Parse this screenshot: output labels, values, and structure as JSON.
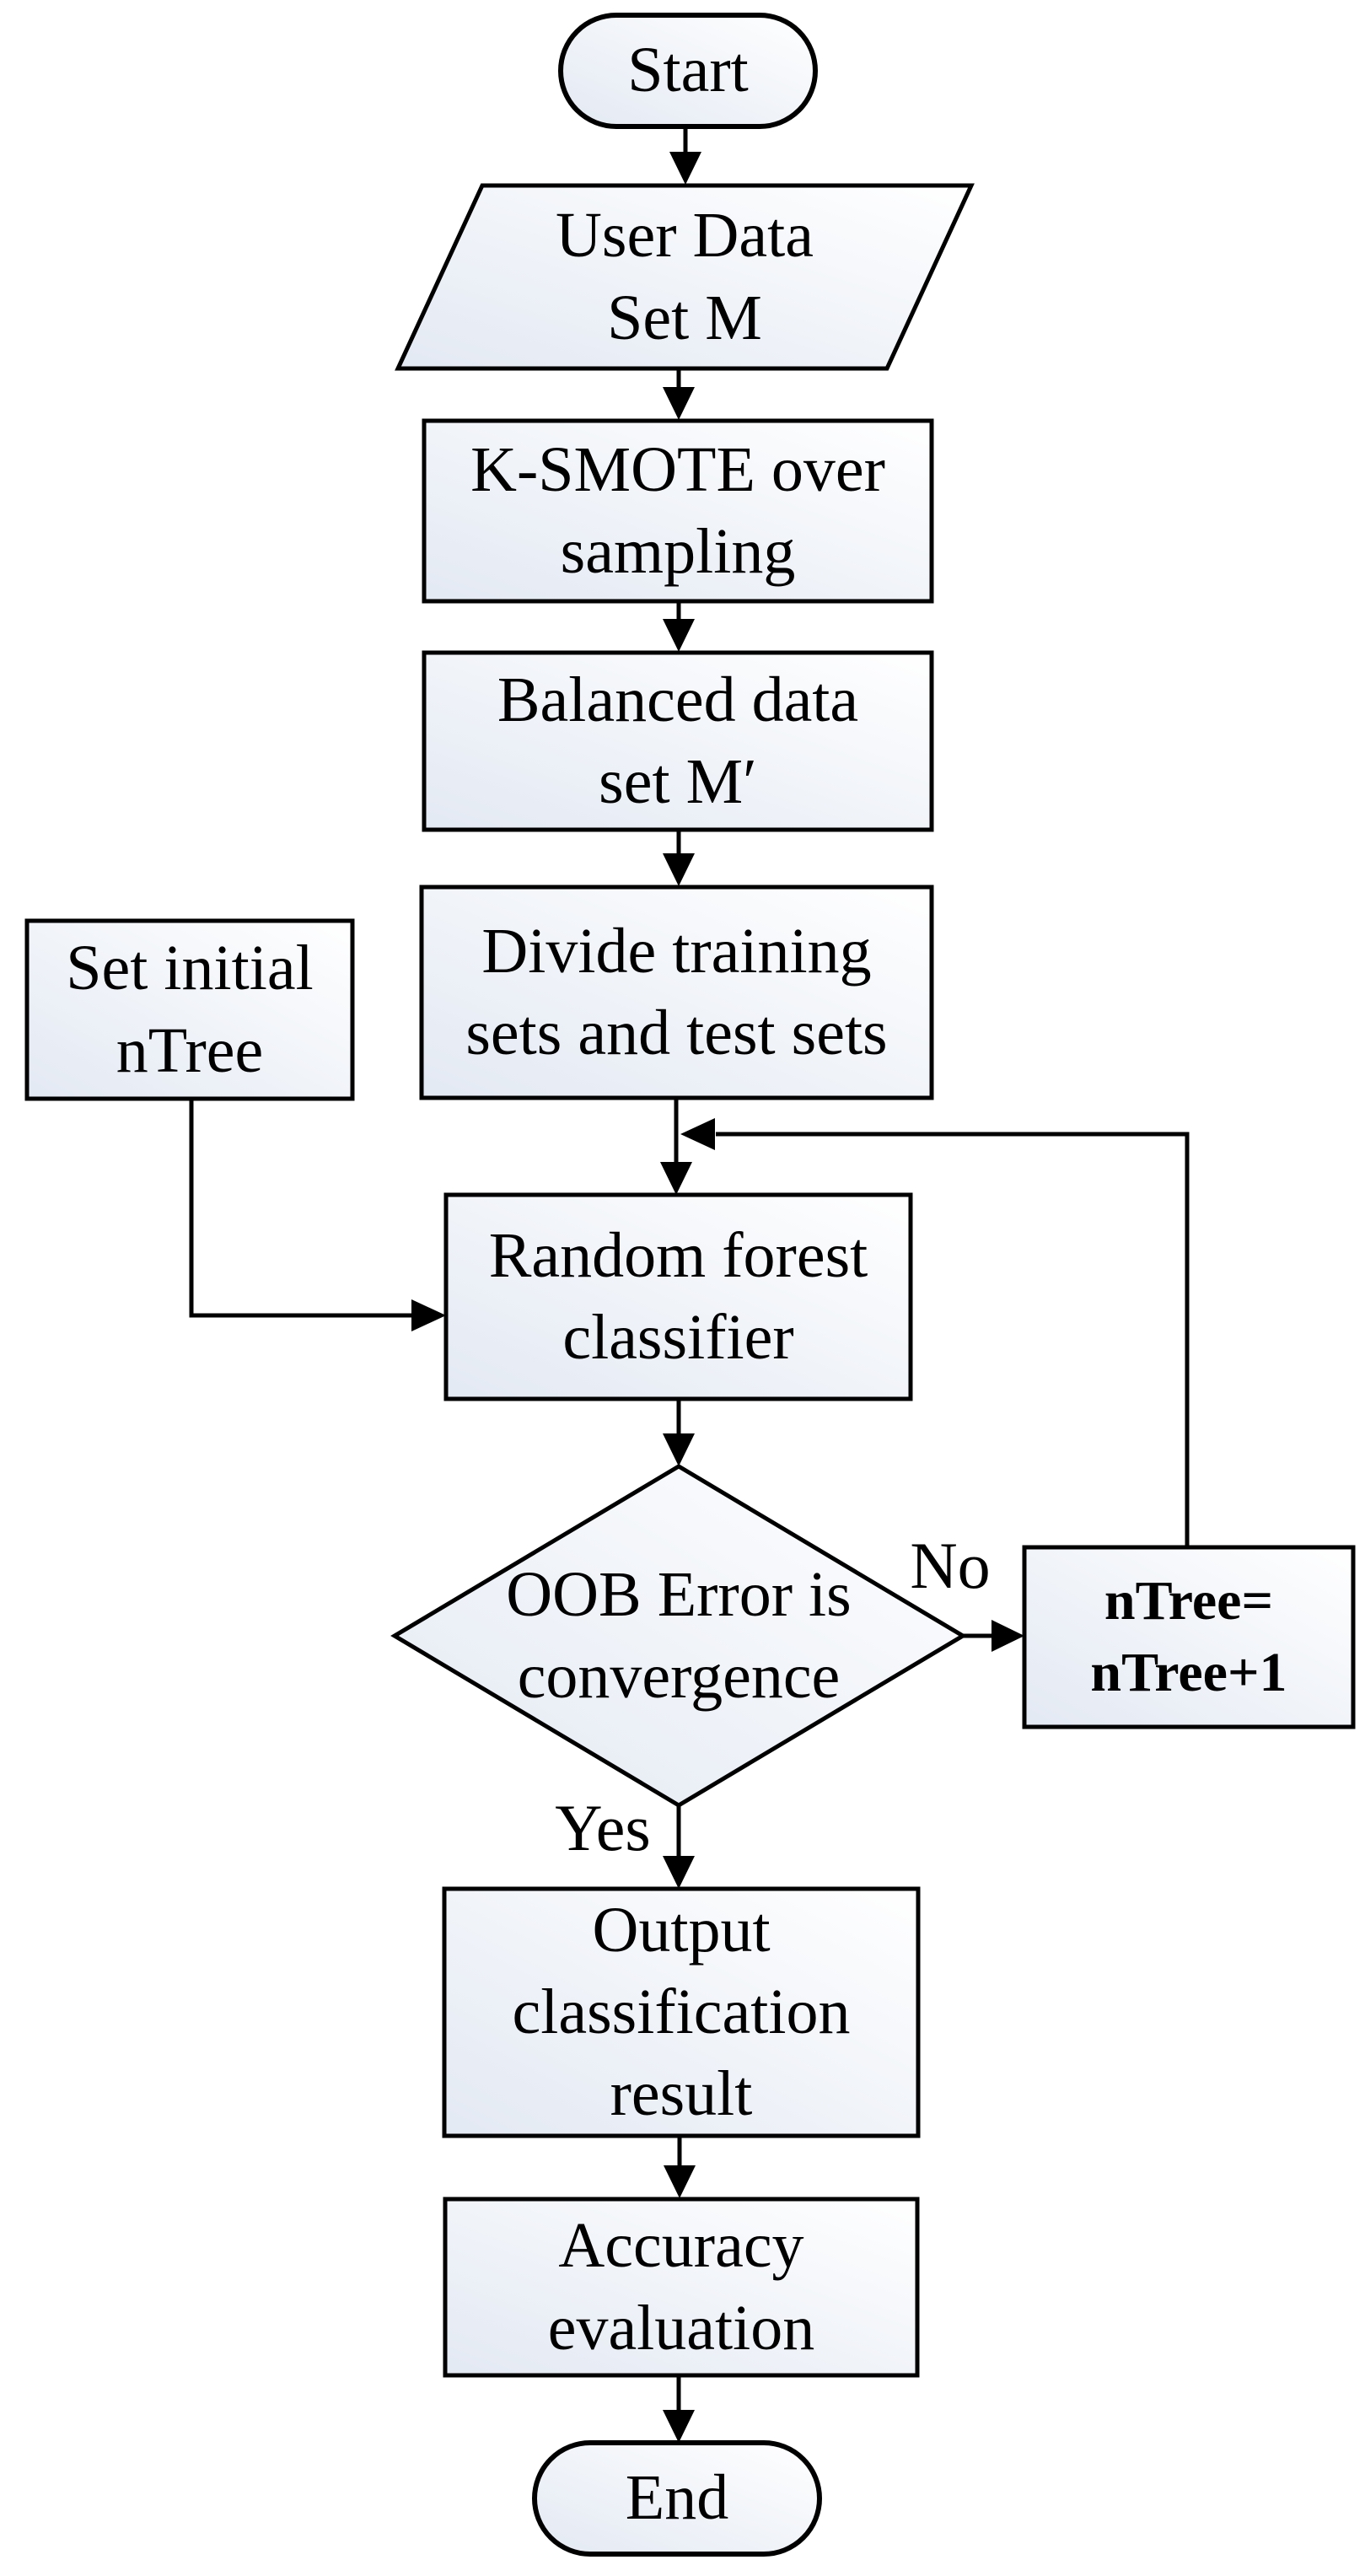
{
  "theme": {
    "bg": "#ffffff",
    "stroke": "#000000",
    "text": "#000000",
    "fill_light": "#ffffff",
    "fill_mid": "#f1f4f9",
    "fill_dark": "#e3e9f3"
  },
  "flow": {
    "nodes": {
      "start": {
        "label": "Start"
      },
      "user_data": {
        "label": "User Data\nSet M"
      },
      "ksmote": {
        "label": "K-SMOTE over\nsampling"
      },
      "balanced": {
        "label": "Balanced data\nset M′"
      },
      "divide": {
        "label": "Divide training\nsets and test sets"
      },
      "set_initial": {
        "label": "Set initial\nnTree"
      },
      "random_forest": {
        "label": "Random forest\nclassifier"
      },
      "oob_decision": {
        "label": "OOB Error is\nconvergence"
      },
      "increment": {
        "label": "nTree=\nnTree+1"
      },
      "output": {
        "label": "Output\nclassification\nresult"
      },
      "accuracy": {
        "label": "Accuracy\nevaluation"
      },
      "end": {
        "label": "End"
      }
    },
    "branches": {
      "yes": "Yes",
      "no": "No"
    }
  }
}
